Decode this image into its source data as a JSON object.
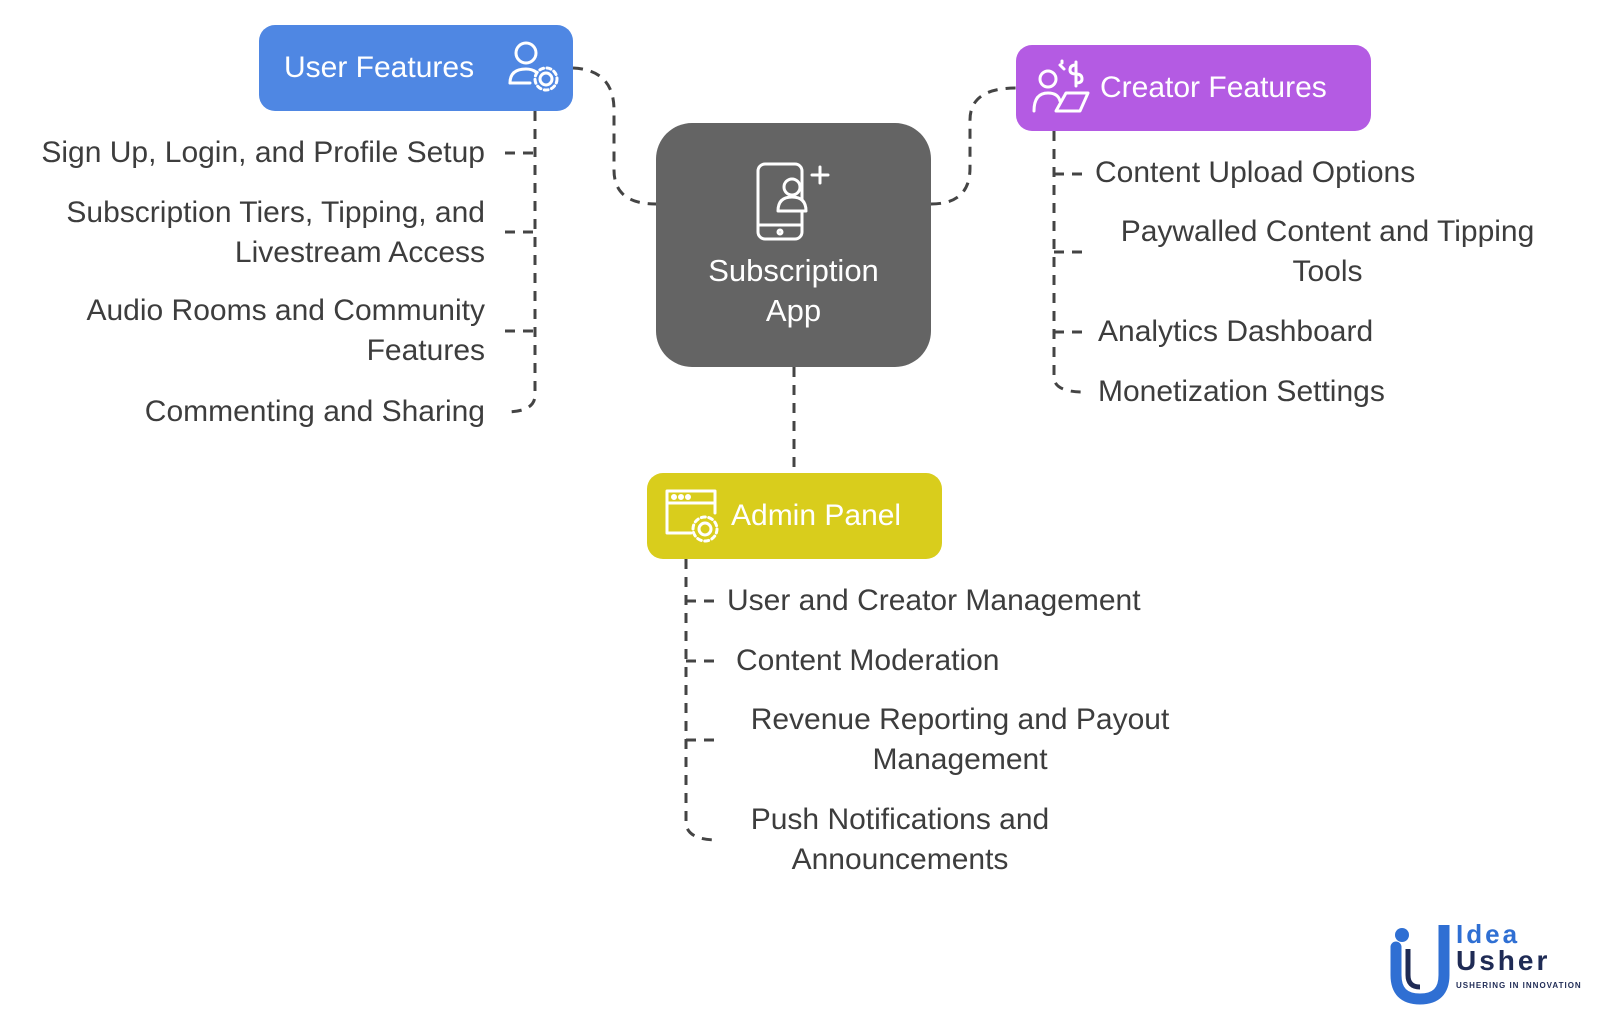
{
  "central": {
    "label": "Subscription App",
    "icon": "phone-user-plus-icon",
    "color": "#646464"
  },
  "branches": {
    "user": {
      "title": "User Features",
      "icon": "user-gear-icon",
      "color": "#4f87e3",
      "items": [
        "Sign Up, Login, and Profile Setup",
        "Subscription Tiers, Tipping, and Livestream Access",
        "Audio Rooms and Community Features",
        "Commenting and Sharing"
      ]
    },
    "creator": {
      "title": "Creator Features",
      "icon": "creator-earnings-icon",
      "color": "#b45be3",
      "items": [
        "Content Upload Options",
        "Paywalled Content and Tipping Tools",
        "Analytics Dashboard",
        "Monetization Settings"
      ]
    },
    "admin": {
      "title": "Admin Panel",
      "icon": "browser-gear-icon",
      "color": "#d9cd1c",
      "items": [
        "User and Creator Management",
        "Content Moderation",
        "Revenue Reporting and Payout Management",
        "Push Notifications and Announcements"
      ]
    }
  },
  "logo": {
    "brand_top": "Idea",
    "brand_bottom": "Usher",
    "tagline": "USHERING IN INNOVATION",
    "colors": {
      "blue": "#2f6fd3",
      "navy": "#1f2b55"
    }
  }
}
